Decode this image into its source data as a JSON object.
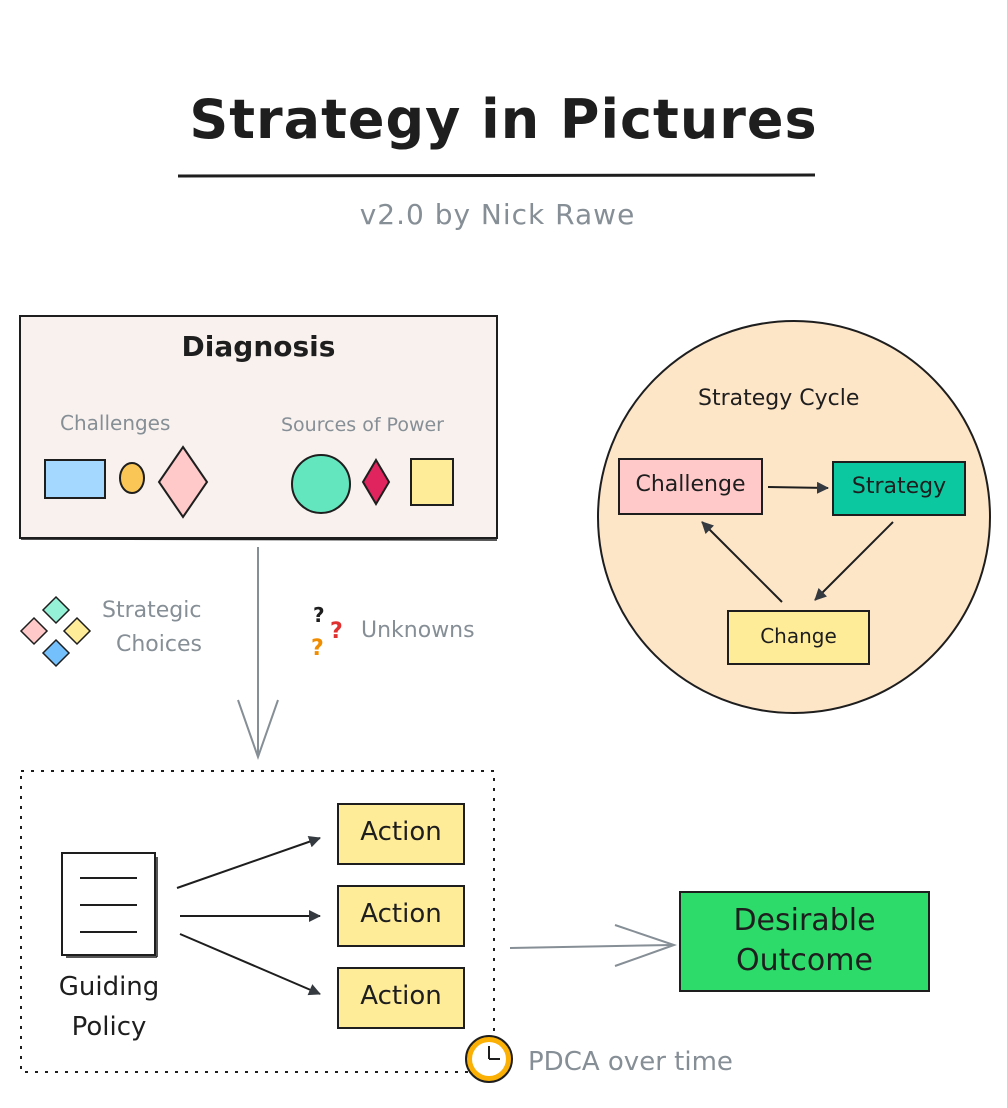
{
  "title": "Strategy in Pictures",
  "subtitle": "v2.0 by Nick Rawe",
  "diagnosis": {
    "title": "Diagnosis",
    "challenges_label": "Challenges",
    "sources_label": "Sources of Power"
  },
  "strategic_choices_label": [
    "Strategic",
    "Choices"
  ],
  "unknowns_label": "Unknowns",
  "cycle": {
    "title": "Strategy Cycle",
    "challenge": "Challenge",
    "strategy": "Strategy",
    "change": "Change"
  },
  "guiding_policy_label": [
    "Guiding",
    "Policy"
  ],
  "actions": [
    "Action",
    "Action",
    "Action"
  ],
  "outcome_label": [
    "Desirable",
    "Outcome"
  ],
  "pdca_label": "PDCA over time",
  "colors": {
    "blue": "#a5d8ff",
    "pink": "#ffc9c9",
    "green": "#96f2d7",
    "teal": "#0cc8a0",
    "yellow": "#ffec99",
    "crimson": "#e0245e",
    "outcome": "#2ddb6b",
    "diagnosis_bg": "#f8f1ee",
    "cycle_bg": "#fde5c8",
    "gray": "#868e96"
  }
}
